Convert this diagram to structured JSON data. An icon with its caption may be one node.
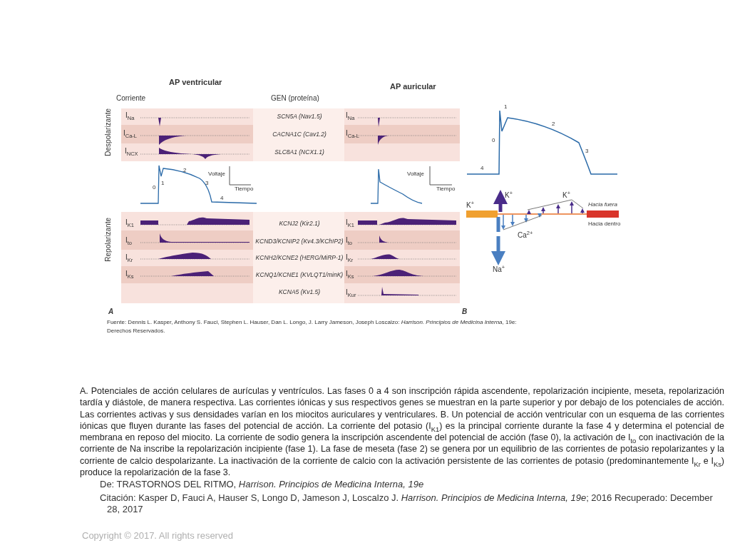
{
  "diagram": {
    "caption": "A. Potenciales de acción celulares de aurículas y ventrículos. Las fases 0 a 4 son inscripción rápida ascendente, repolarización incipiente, meseta, repolarización tardía y diástole, de manera respectiva. Las corrientes iónicas y sus respectivos genes se muestran en la parte superior y por debajo de los potenciales de acción. Las corrientes activas y sus densidades varían en los miocitos auriculares y ventriculares. B. Un potencial de acción ventricular con un esquema de las corrientes iónicas que fluyen durante las fases del potencial de acción. La corriente del potasio (I$_{K1}$) es la principal corriente durante la fase 4 y determina el potencial de membrana en reposo del miocito. La corriente de sodio genera la inscripción ascendente del potencial de acción (fase 0), la activación de I$_{to}$ con inactivación de la corriente de Na inscribe la repolarización incipiente (fase 1). La fase de meseta (fase 2) se genera por un equilibrio de las corrientes de potasio repolarizantes y la corriente de calcio despolarizante. La inactivación de la corriente de calcio con la activación persistente de las corrientes de potasio (predominantemente I$_{Kr}$ e I$_{Ks}$) produce la repolarización de la fase 3.",
    "labels": [
      "AP ventricular",
      "AP auricular",
      "Corriente",
      "GEN (proteína)",
      "Despolarizante",
      "I$_{Na}$",
      "SCN5A (Nav1.5)",
      "I$_{Na}$",
      "I$_{Ca-L}$",
      "CACNA1C (Cav1.2)",
      "I$_{Ca-L}$",
      "I$_{NCX}$",
      "SLC8A1 (NCX1.1)",
      "0",
      "1",
      "2",
      "3",
      "4",
      "Voltaje",
      "Tiempo",
      "Voltaje",
      "Tiempo",
      "Repolarizante",
      "I$_{K1}$",
      "KCNJ2 (Kir2.1)",
      "I$_{K1}$",
      "I$_{to}$",
      "KCND3/KCNIP2 (Kv4.3/KChIP2)",
      "I$_{to}$",
      "I$_{Kr}$",
      "KCNH2/KCNE2 (HERG/MiRP-1)",
      "I$_{Kr}$",
      "I$_{Ks}$",
      "KCNQ1/KCNE1 (KVLQT1/minK)",
      "I$_{Ks}$",
      "KCNA5 (Kv1.5)",
      "I$_{Kur}$",
      "A",
      "1",
      "0",
      "2",
      "3",
      "4",
      "K$^{+}$",
      "K$^{+}$",
      "K$^{+}$",
      "Hacia fuera",
      "Hacia dentro",
      "Ca$^{2+}$",
      "Na$^{+}$",
      "B",
      "Fuente: Dennis L. Kasper, Anthony S. Fauci, Stephen L. Hauser, Dan L. Longo, J. Larry Jameson, Joseph Loscalzo: *Harrison. Principios de Medicina Interna*, 19e:",
      "Derechos Reservados.",
      "De: TRASTORNOS DEL RITMO, *Harrison. Principios de Medicina Interna, 19e*",
      "Citación: Kasper D, Fauci A, Hauser S, Longo D, Jameson J, Loscalzo J. *Harrison. Principios de Medicina Interna, 19e*; 2016 Recuperado: December 28, 2017",
      "Copyright © 2017. All rights reserved"
    ]
  }
}
